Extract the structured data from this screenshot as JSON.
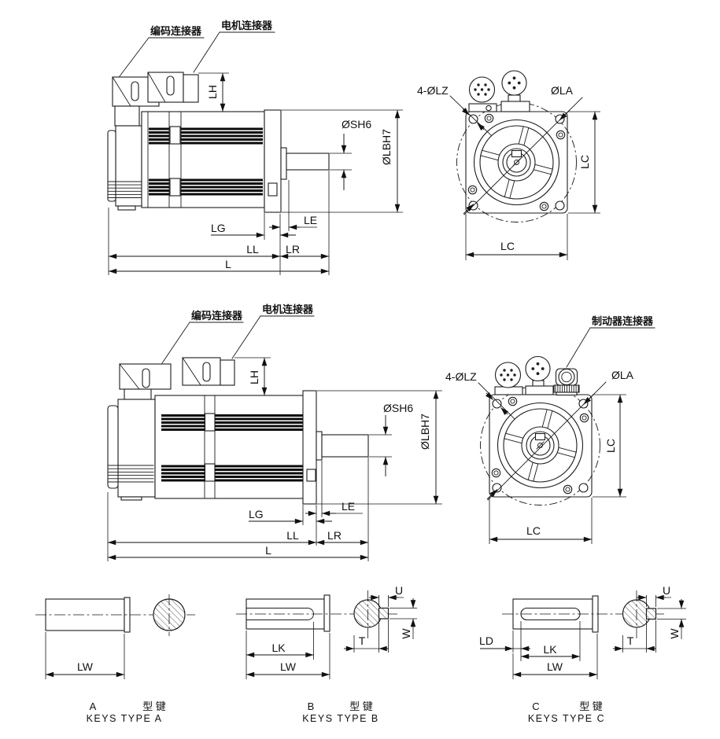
{
  "drawing": {
    "connector_labels": {
      "encoder": "编码连接器",
      "motor": "电机连接器",
      "brake": "制动器连接器"
    },
    "dimensions": {
      "lh": "LH",
      "shaft_dia": "ØSH6",
      "pilot_dia": "ØLBH7",
      "lg": "LG",
      "le": "LE",
      "ll": "LL",
      "lr": "LR",
      "l": "L",
      "mount_holes": "4-ØLZ",
      "bolt_circle_dia": "ØLA",
      "lc": "LC",
      "lw": "LW",
      "lk": "LK",
      "ld": "LD",
      "u": "U",
      "w": "W",
      "t": "T"
    },
    "key_types": {
      "type_label_cn": "型 键",
      "a": {
        "letter": "A",
        "caption_en": "KEYS TYPE A"
      },
      "b": {
        "letter": "B",
        "caption_en": "KEYS TYPE B"
      },
      "c": {
        "letter": "C",
        "caption_en": "KEYS TYPE C"
      }
    }
  }
}
